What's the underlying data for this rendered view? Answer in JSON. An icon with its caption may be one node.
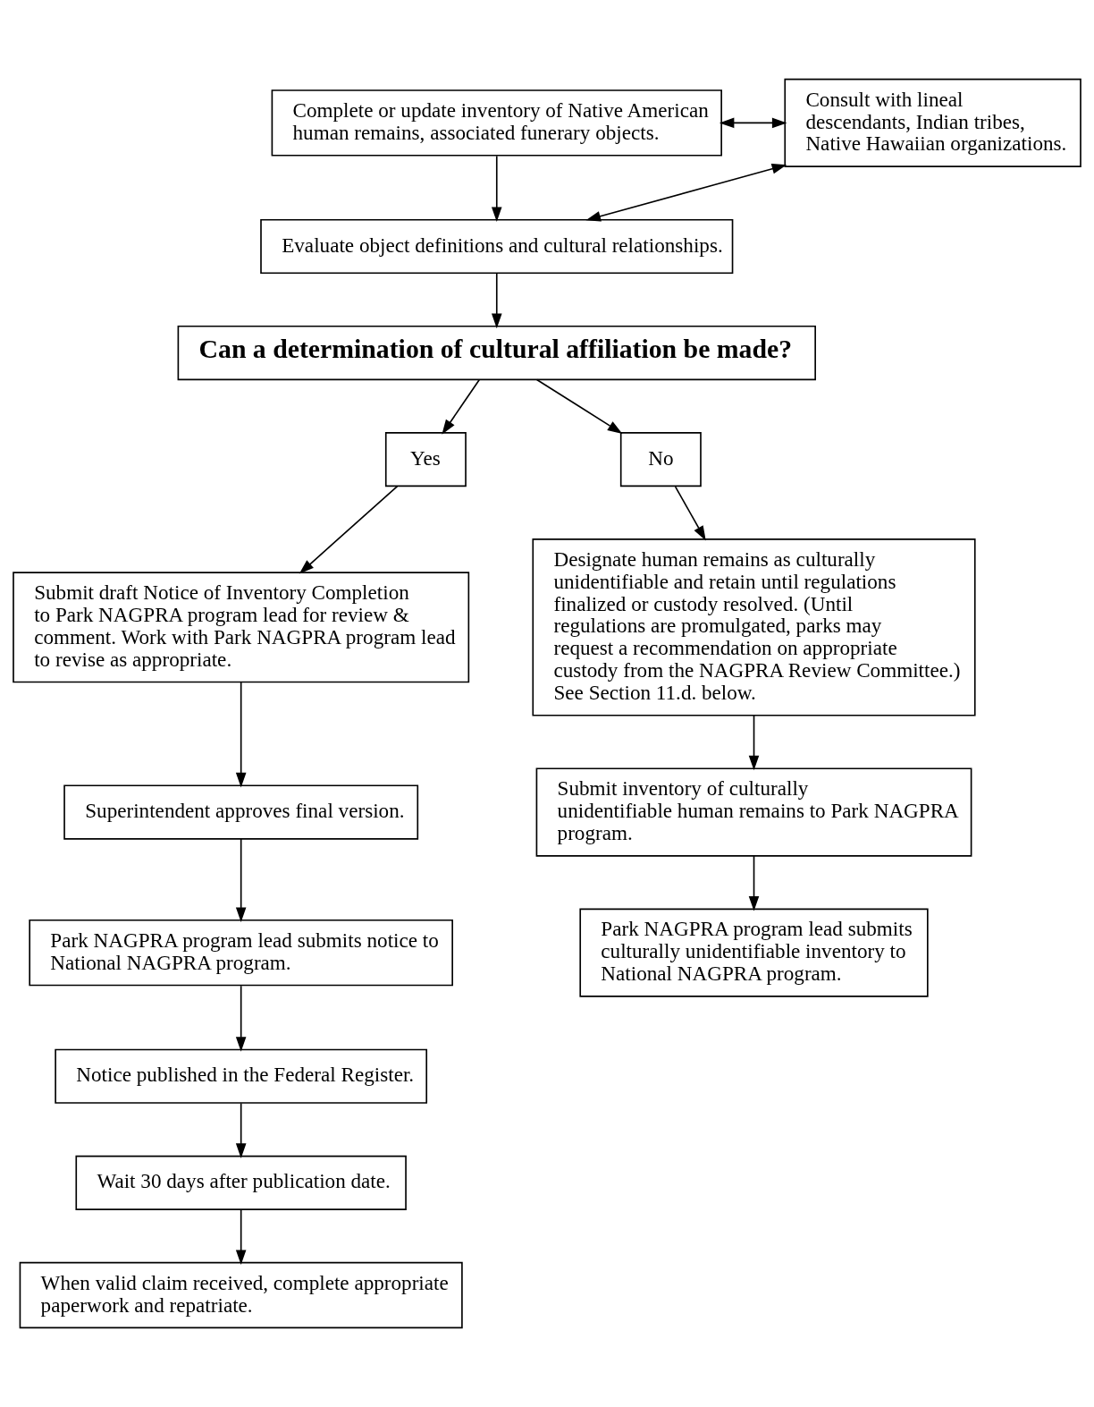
{
  "diagram": {
    "nodes": [
      {
        "text": [
          "Complete or update inventory of Native American human remains, associated funerary objects."
        ]
      },
      {
        "text": [
          "Consult with lineal descendants, Indian tribes, Native Hawaiian organizations."
        ]
      },
      {
        "text": [
          "Evaluate object definitions and cultural relationships."
        ]
      },
      {
        "text": [
          "Can a determination of cultural affiliation be made?"
        ]
      },
      {
        "text": [
          "Yes"
        ]
      },
      {
        "text": [
          "No"
        ]
      },
      {
        "text": [
          "Submit draft Notice of Inventory Completion to Park NAGPRA program lead for review & comment. Work with Park NAGPRA program lead to revise as appropriate."
        ]
      },
      {
        "text": [
          "Superintendent approves final version."
        ]
      },
      {
        "text": [
          "Park NAGPRA program lead submits notice to National NAGPRA program."
        ]
      },
      {
        "text": [
          "Notice published in the Federal Register."
        ]
      },
      {
        "text": [
          "Wait 30 days after publication date."
        ]
      },
      {
        "text": [
          "When valid claim received, complete appropriate paperwork and repatriate."
        ]
      },
      {
        "text": [
          "Designate human remains as culturally unidentifiable and retain until regulations finalized or custody resolved. (Until regulations are promulgated, parks may request a recommendation on appropriate custody from the NAGPRA Review Committee.) See Section 11.d. below."
        ]
      },
      {
        "text": [
          "Submit inventory of culturally unidentifiable human remains to Park NAGPRA program."
        ]
      },
      {
        "text": [
          "Park NAGPRA program lead submits culturally unidentifiable inventory to National NAGPRA program."
        ]
      }
    ],
    "edges": [
      {
        "from": 0,
        "to": 1,
        "arrow": "both"
      },
      {
        "from": 0,
        "to": 2,
        "arrow": "to"
      },
      {
        "from": 2,
        "to": 1,
        "arrow": "both"
      },
      {
        "from": 2,
        "to": 3,
        "arrow": "to"
      },
      {
        "from": 3,
        "to": 4,
        "arrow": "to"
      },
      {
        "from": 3,
        "to": 5,
        "arrow": "to"
      },
      {
        "from": 4,
        "to": 6,
        "arrow": "to"
      },
      {
        "from": 6,
        "to": 7,
        "arrow": "to"
      },
      {
        "from": 7,
        "to": 8,
        "arrow": "to"
      },
      {
        "from": 8,
        "to": 9,
        "arrow": "to"
      },
      {
        "from": 9,
        "to": 10,
        "arrow": "to"
      },
      {
        "from": 10,
        "to": 11,
        "arrow": "to"
      },
      {
        "from": 5,
        "to": 12,
        "arrow": "to"
      },
      {
        "from": 12,
        "to": 13,
        "arrow": "to"
      },
      {
        "from": 13,
        "to": 14,
        "arrow": "to"
      }
    ]
  }
}
